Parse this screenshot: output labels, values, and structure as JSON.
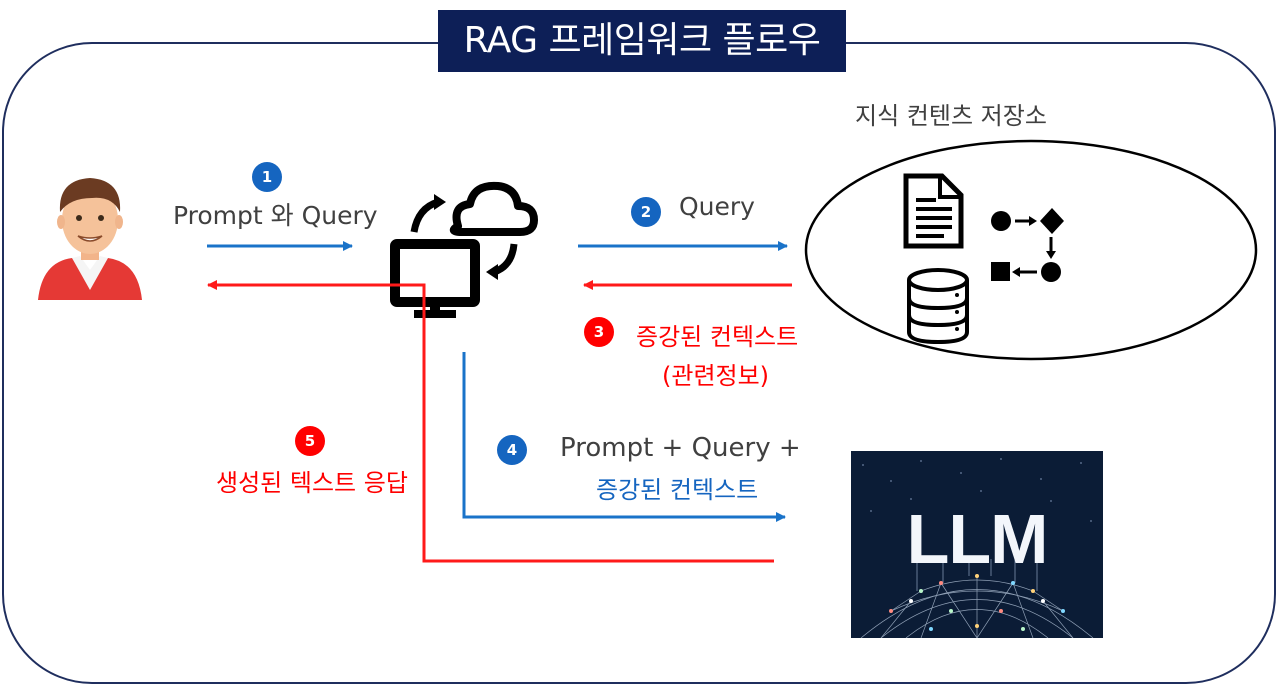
{
  "title": "RAG 프레임워크 플로우",
  "knowledge_store_label": "지식 컨텐츠 저장소",
  "steps": {
    "s1": {
      "number": "1",
      "text": "Prompt 와 Query"
    },
    "s2": {
      "number": "2",
      "text": "Query"
    },
    "s3": {
      "number": "3",
      "line1": "증강된 컨텍스트",
      "line2": "(관련정보)"
    },
    "s4": {
      "number": "4",
      "line1": "Prompt + Query +",
      "line2": "증강된 컨텍스트"
    },
    "s5": {
      "number": "5",
      "text": "생성된 텍스트 응답"
    }
  },
  "llm_label": "LLM",
  "colors": {
    "navy": "#0d1f57",
    "blue_arrow": "#1a73c9",
    "red_arrow": "#ff1a1a",
    "badge_blue": "#1565c0",
    "badge_red": "#ff0000",
    "blue_text": "#1565c0",
    "red_text": "#ff0000",
    "gray_text": "#404040"
  },
  "icons": [
    "user-avatar-icon",
    "cloud-sync-computer-icon",
    "document-icon",
    "workflow-icon",
    "database-icon",
    "llm-network-image"
  ]
}
